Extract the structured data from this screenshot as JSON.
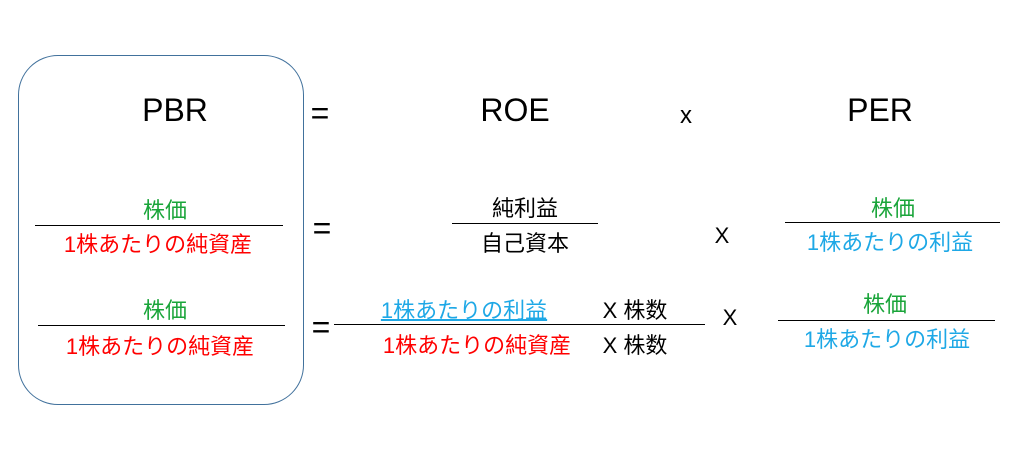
{
  "header": {
    "pbr": "PBR",
    "eq": "=",
    "roe": "ROE",
    "times": "x",
    "per": "PER"
  },
  "row2": {
    "pbr_num": "株価",
    "pbr_den": "1株あたりの純資産",
    "eq": "=",
    "roe_num": "純利益",
    "roe_den": "自己資本",
    "times": "X",
    "per_num": "株価",
    "per_den": "1株あたりの利益"
  },
  "row3": {
    "pbr_num": "株価",
    "pbr_den": "1株あたりの純資産",
    "eq": "=",
    "roe_num": "1株あたりの利益",
    "roe_num_mult": "X 株数",
    "roe_den": "1株あたりの純資産",
    "roe_den_mult": "X 株数",
    "times": "X",
    "per_num": "株価",
    "per_den": "1株あたりの利益"
  },
  "colors": {
    "price": "#1aa53a",
    "net_assets": "#ff0000",
    "earnings": "#1ea8e6",
    "box_border": "#41719c"
  }
}
